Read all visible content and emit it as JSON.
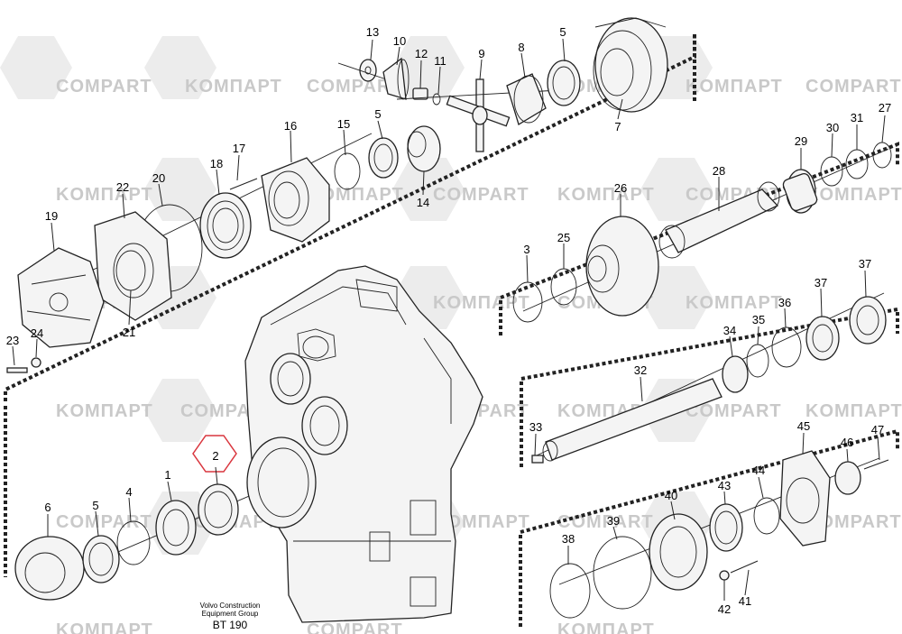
{
  "watermark": {
    "text_a": "COMPART",
    "text_b": "KOMПАРТ"
  },
  "labels": {
    "p1": "1",
    "p2": "2",
    "p3": "3",
    "p4": "4",
    "p5": "5",
    "p6": "6",
    "p7": "7",
    "p8": "8",
    "p9": "9",
    "p10": "10",
    "p11": "11",
    "p12": "12",
    "p13": "13",
    "p14": "14",
    "p15": "15",
    "p16": "16",
    "p17": "17",
    "p18": "18",
    "p19": "19",
    "p20": "20",
    "p21": "21",
    "p22": "22",
    "p23": "23",
    "p24": "24",
    "p25": "25",
    "p26": "26",
    "p27": "27",
    "p28": "28",
    "p29": "29",
    "p30": "30",
    "p31": "31",
    "p32": "32",
    "p33": "33",
    "p34": "34",
    "p35": "35",
    "p36": "36",
    "p37": "37",
    "p38": "38",
    "p39": "39",
    "p40": "40",
    "p41": "41",
    "p42": "42",
    "p43": "43",
    "p44": "44",
    "p45": "45",
    "p46": "46",
    "p47": "47"
  },
  "caption": {
    "line1": "Volvo Construction",
    "line2": "Equipment Group",
    "code": "BT 190"
  },
  "highlight_color": "#d9363e"
}
